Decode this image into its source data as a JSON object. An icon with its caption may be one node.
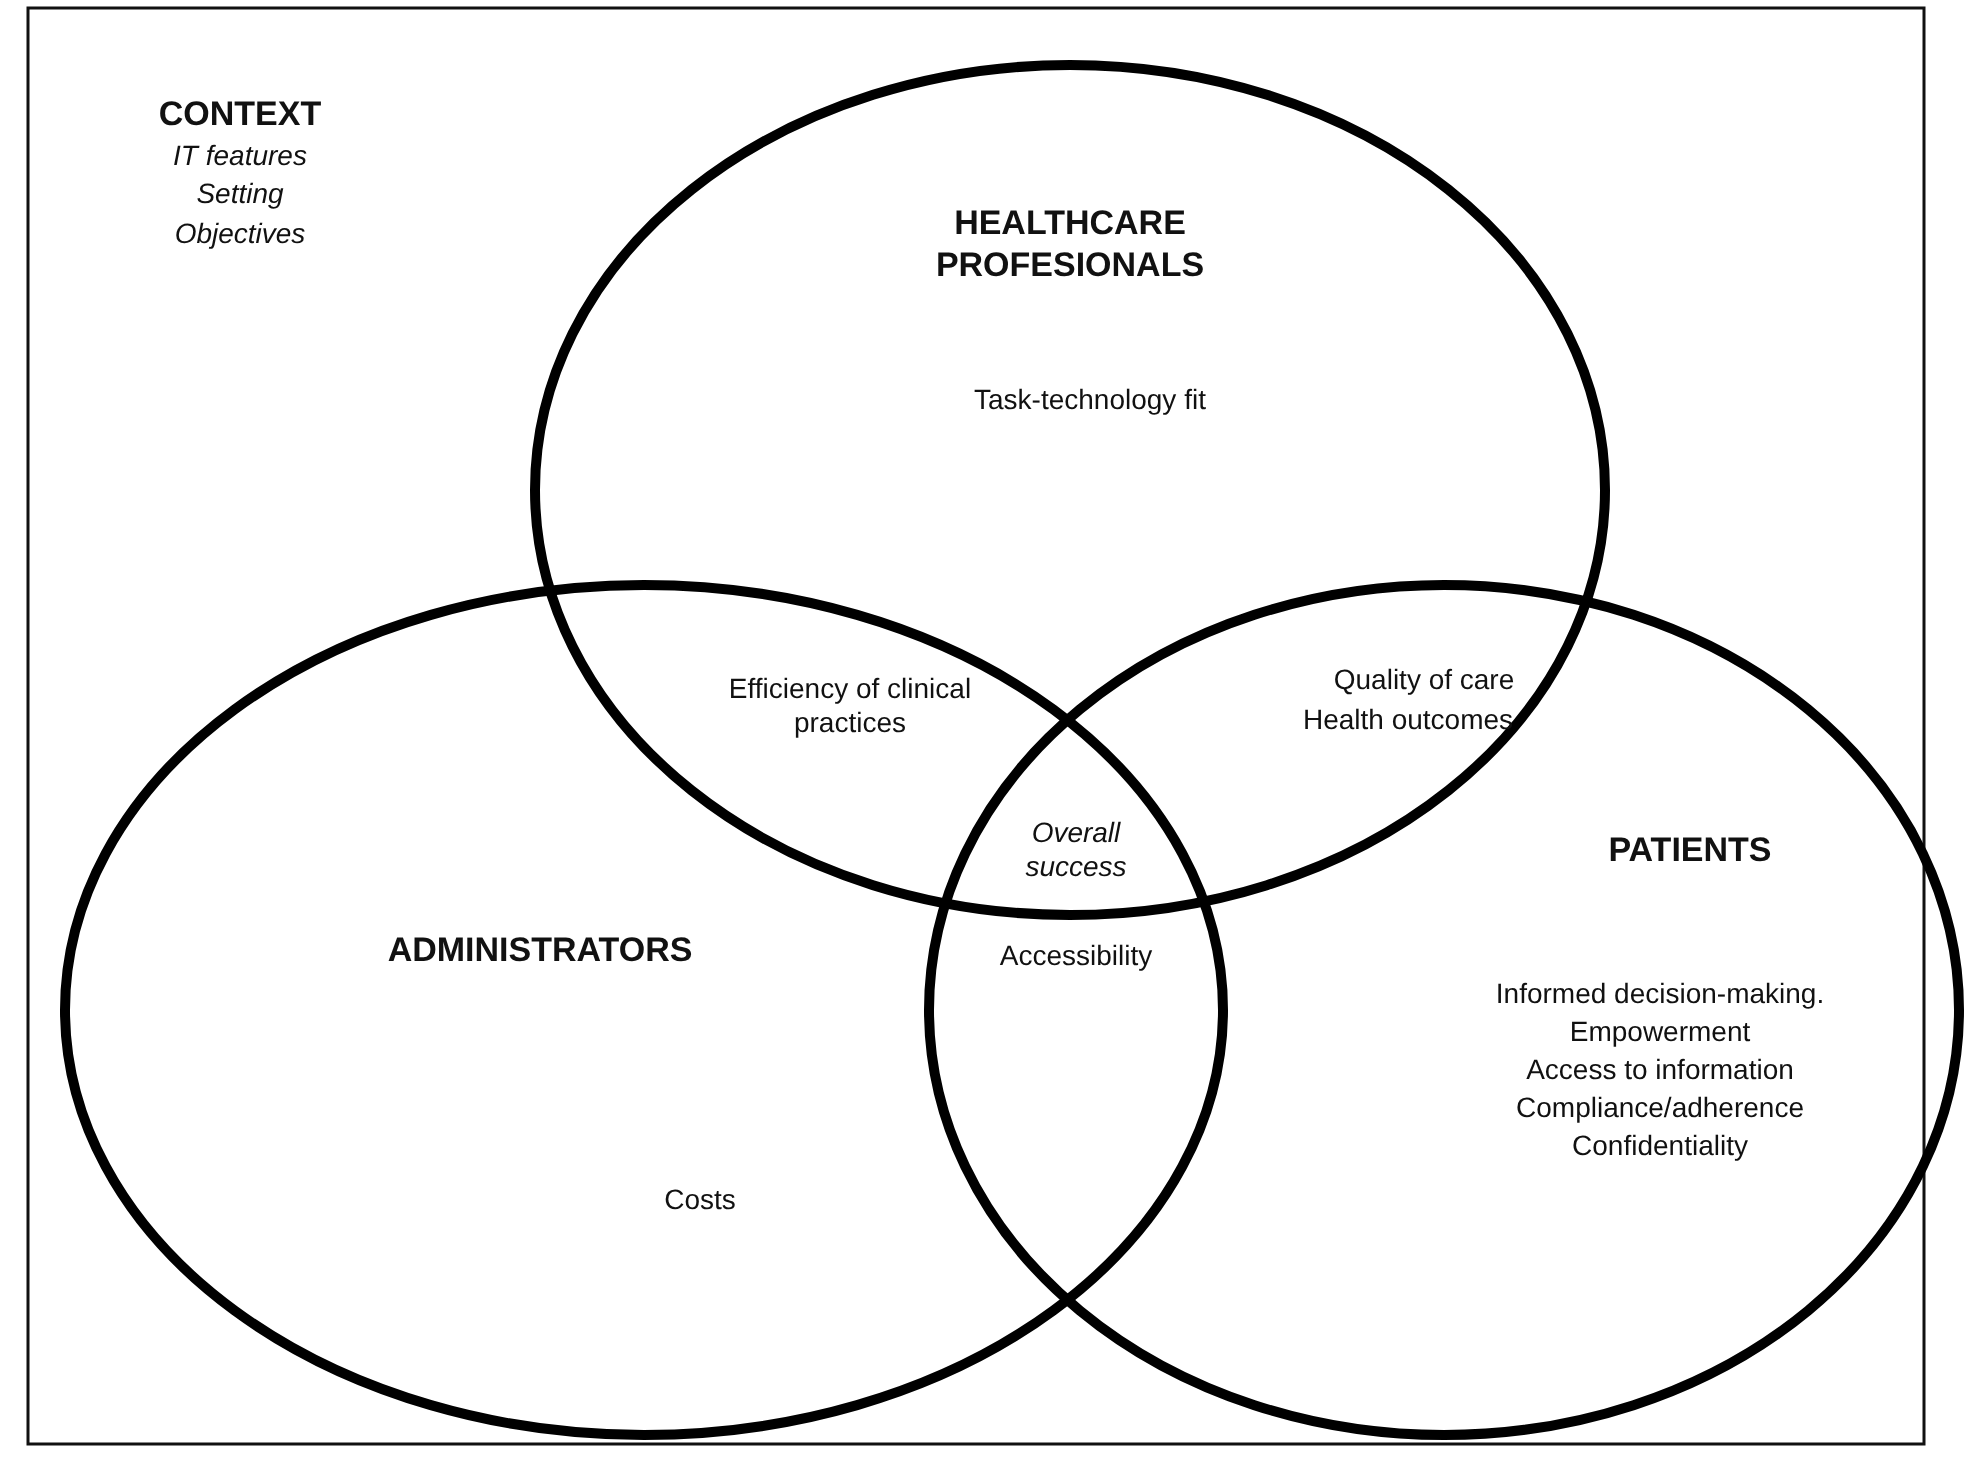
{
  "diagram": {
    "nodes": [
      {
        "text": [
          "HEALTHCARE PROFESIONALS",
          "Task-technology fit"
        ]
      },
      {
        "text": [
          "ADMINISTRATORS",
          "Costs"
        ]
      },
      {
        "text": [
          "PATIENTS",
          "Informed decision-making.",
          "Empowerment",
          "Access to information",
          "Compliance/adherence",
          "Confidentiality"
        ]
      }
    ],
    "labels": [
      "CONTEXT",
      "IT features",
      "Setting",
      "Objectives",
      "Efficiency of clinical practices",
      "Quality of care",
      "Health outcomes",
      "Overall success",
      "Accessibility"
    ]
  }
}
